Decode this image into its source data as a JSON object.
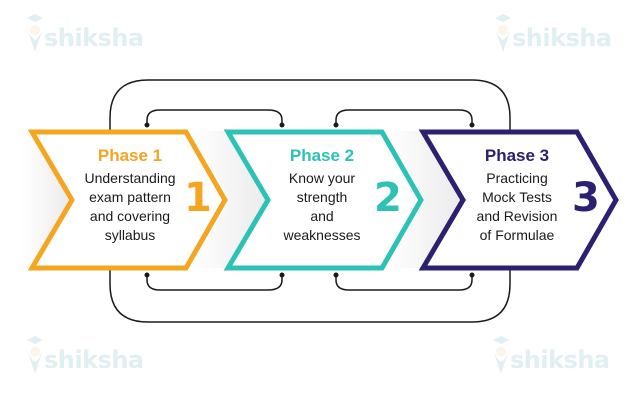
{
  "watermark": {
    "text": "shiksha",
    "color": "#a6d3dc"
  },
  "colors": {
    "phase1": "#F4A521",
    "phase2": "#2CC2B5",
    "phase3": "#2B2170",
    "connector": "#1a1a1a"
  },
  "phases": [
    {
      "title": "Phase 1",
      "number": "1",
      "description": [
        "Understanding",
        "exam pattern",
        "and covering",
        "syllabus"
      ]
    },
    {
      "title": "Phase 2",
      "number": "2",
      "description": [
        "Know your",
        "strength",
        "and",
        "weaknesses"
      ]
    },
    {
      "title": "Phase 3",
      "number": "3",
      "description": [
        "Practicing",
        "Mock Tests",
        "and Revision",
        "of Formulae"
      ]
    }
  ]
}
